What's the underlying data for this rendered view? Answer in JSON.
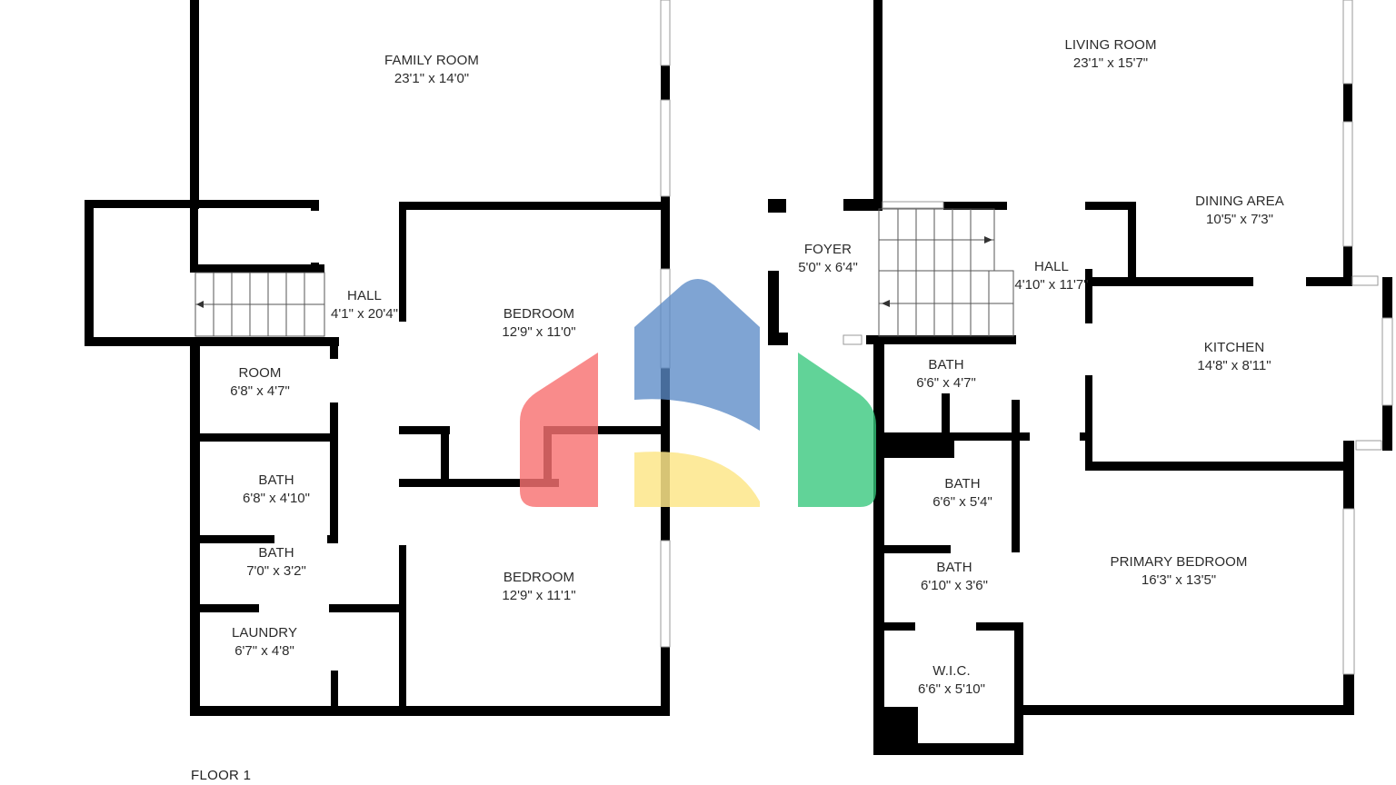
{
  "floor": {
    "label": "FLOOR 1"
  },
  "rooms": {
    "family_room": {
      "name": "FAMILY ROOM",
      "dim": "23'1\" x 14'0\""
    },
    "hall_left": {
      "name": "HALL",
      "dim": "4'1\" x 20'4\""
    },
    "bedroom_1": {
      "name": "BEDROOM",
      "dim": "12'9\" x 11'0\""
    },
    "room": {
      "name": "ROOM",
      "dim": "6'8\" x 4'7\""
    },
    "bath_1": {
      "name": "BATH",
      "dim": "6'8\" x 4'10\""
    },
    "bath_2": {
      "name": "BATH",
      "dim": "7'0\" x 3'2\""
    },
    "bedroom_2": {
      "name": "BEDROOM",
      "dim": "12'9\" x 11'1\""
    },
    "laundry": {
      "name": "LAUNDRY",
      "dim": "6'7\" x 4'8\""
    },
    "living_room": {
      "name": "LIVING ROOM",
      "dim": "23'1\" x 15'7\""
    },
    "dining_area": {
      "name": "DINING AREA",
      "dim": "10'5\" x 7'3\""
    },
    "foyer": {
      "name": "FOYER",
      "dim": "5'0\" x 6'4\""
    },
    "hall_right": {
      "name": "HALL",
      "dim": "4'10\" x 11'7\""
    },
    "kitchen": {
      "name": "KITCHEN",
      "dim": "14'8\" x 8'11\""
    },
    "bath_3": {
      "name": "BATH",
      "dim": "6'6\" x 4'7\""
    },
    "bath_4": {
      "name": "BATH",
      "dim": "6'6\" x 5'4\""
    },
    "bath_5": {
      "name": "BATH",
      "dim": "6'10\" x 3'6\""
    },
    "primary_bedroom": {
      "name": "PRIMARY BEDROOM",
      "dim": "16'3\" x 13'5\""
    },
    "wic": {
      "name": "W.I.C.",
      "dim": "6'6\" x 5'10\""
    }
  },
  "watermark": {
    "icon": "house-logo-icon",
    "colors": {
      "red": "#f87171",
      "blue": "#5b8ac6",
      "yellow": "#fde68a",
      "green": "#34c77b"
    }
  }
}
